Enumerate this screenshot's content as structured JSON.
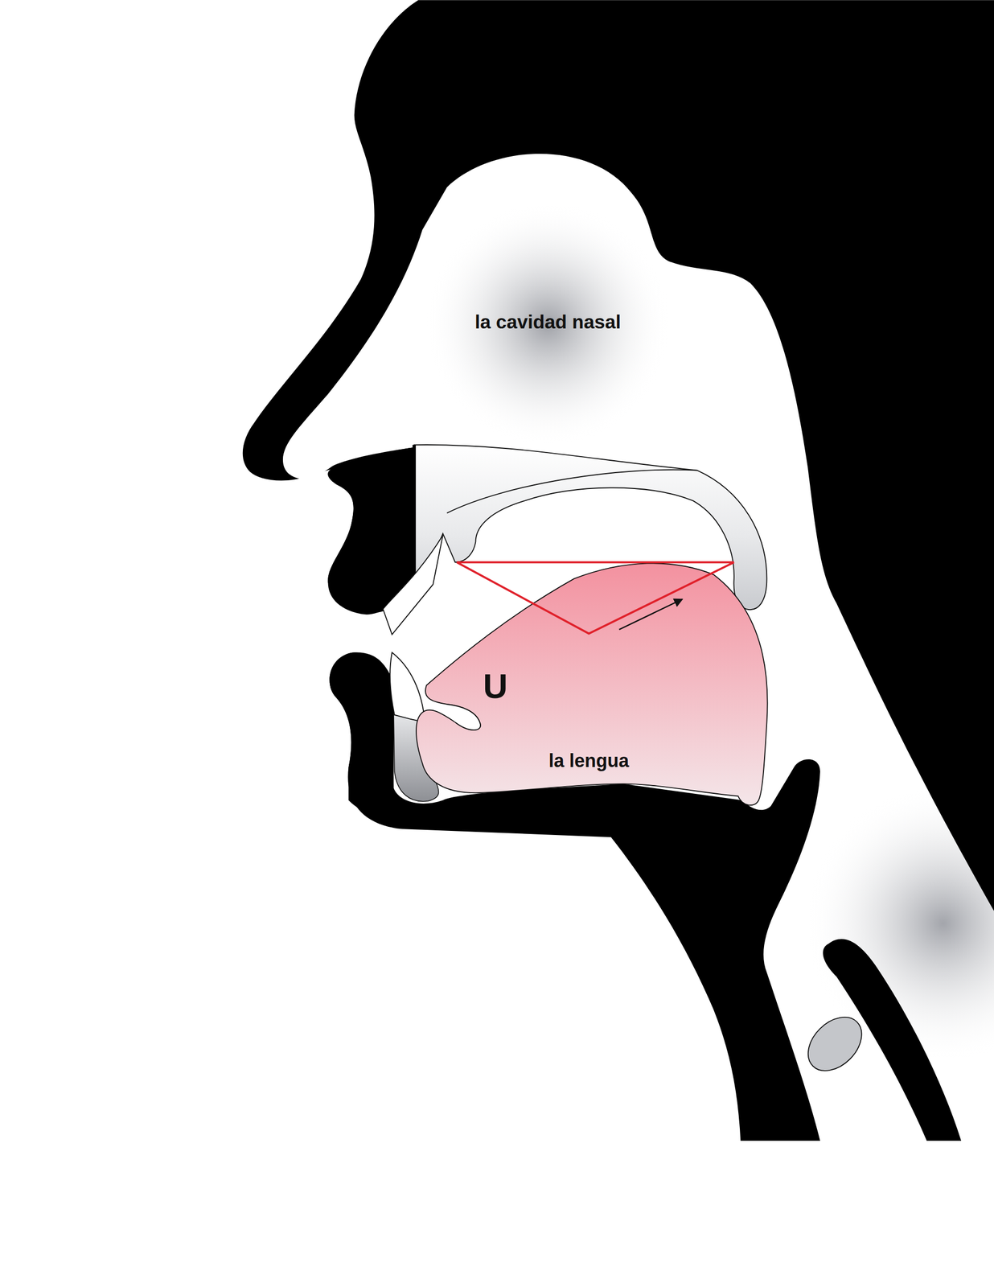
{
  "diagram": {
    "labels": [
      "la cavidad nasal",
      "U",
      "la lengua"
    ]
  }
}
